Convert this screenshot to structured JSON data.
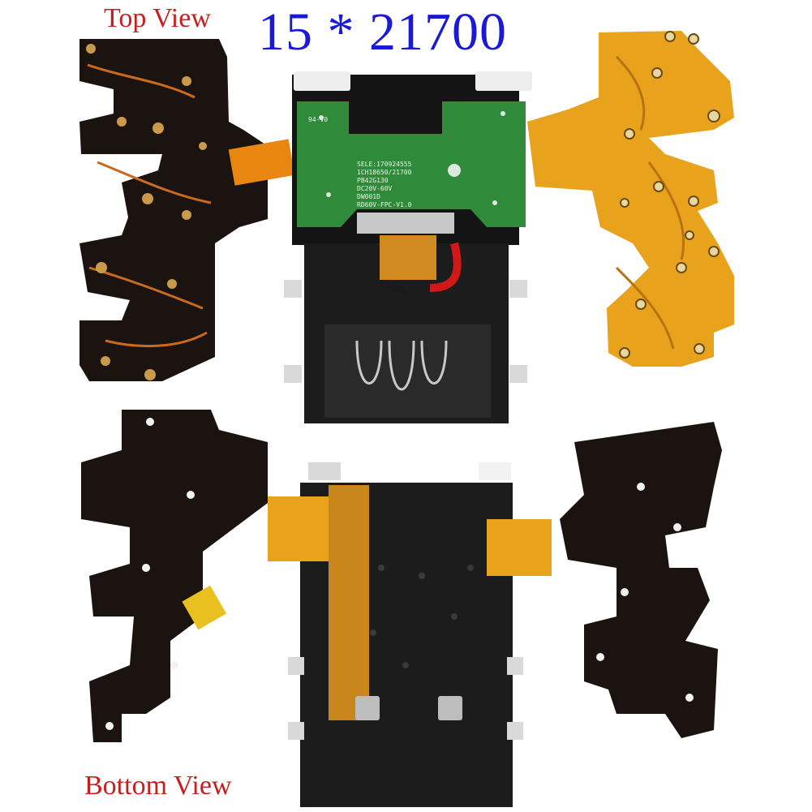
{
  "labels": {
    "top_view": "Top View",
    "title": "15 * 21700",
    "bottom_view": "Bottom View"
  },
  "pcb_silkscreen": {
    "line1": "SELE:170924555",
    "line2": "1CH18650/21700",
    "line3": "PB42G130",
    "line4": "DC20V-60V",
    "line5": "DW001D",
    "line6": "RD60V-FPC-V1.0",
    "side": "94-V0"
  },
  "colors": {
    "label_red": "#c81e1e",
    "title_blue": "#1a1ad6",
    "pcb_green": "#2f8a3a",
    "flex_black": "#1b1310",
    "flex_amber": "#e8a21c",
    "housing_black": "#1c1c1c"
  }
}
